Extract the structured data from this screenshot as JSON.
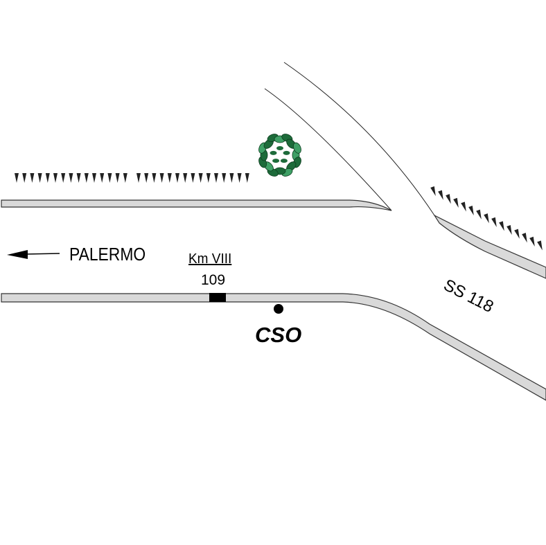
{
  "destination": {
    "label": "PALERMO",
    "arrow_icon": "arrow-left-icon"
  },
  "milestone": {
    "km_label": "Km VIII",
    "number": "109"
  },
  "site": {
    "code": "CSO"
  },
  "road": {
    "name": "SS 118"
  },
  "colors": {
    "road_fill": "#d9d9d9",
    "road_outline": "#333333",
    "tree_dark": "#1d6b3a",
    "tree_light": "#3fa066",
    "marker": "#000000"
  }
}
